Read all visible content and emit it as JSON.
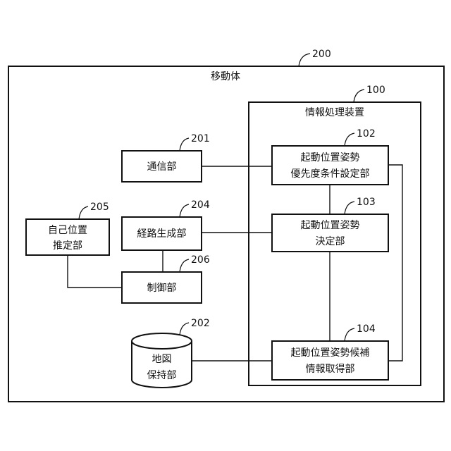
{
  "mobile_body": {
    "label": "移動体",
    "ref": "200"
  },
  "info_processing_device": {
    "label": "情報処理装置",
    "ref": "100"
  },
  "blocks": {
    "communication": {
      "lines": [
        "通信部"
      ],
      "ref": "201"
    },
    "priority_setting": {
      "lines": [
        "起動位置姿勢",
        "優先度条件設定部"
      ],
      "ref": "102"
    },
    "self_position": {
      "lines": [
        "自己位置",
        "推定部"
      ],
      "ref": "205"
    },
    "route_generation": {
      "lines": [
        "経路生成部"
      ],
      "ref": "204"
    },
    "decision": {
      "lines": [
        "起動位置姿勢",
        "決定部"
      ],
      "ref": "103"
    },
    "control": {
      "lines": [
        "制御部"
      ],
      "ref": "206"
    },
    "map_storage": {
      "lines": [
        "地図",
        "保持部"
      ],
      "ref": "202"
    },
    "candidate_acquisition": {
      "lines": [
        "起動位置姿勢候補",
        "情報取得部"
      ],
      "ref": "104"
    }
  }
}
